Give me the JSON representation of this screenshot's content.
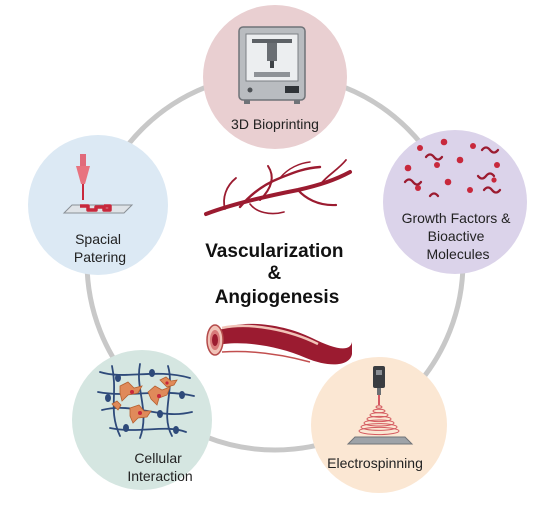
{
  "center": {
    "lines": [
      "Vascularization",
      "&",
      "Angiogenesis"
    ]
  },
  "nodes": [
    {
      "id": "bioprinting",
      "lines": [
        "3D Bioprinting"
      ],
      "fill": "#e9cfd1",
      "icon": "3d-bioprinter-icon"
    },
    {
      "id": "growth",
      "lines": [
        "Growth Factors &",
        "Bioactive",
        "Molecules"
      ],
      "fill": "#dbd3ea",
      "icon": "growth-factor-molecules-icon"
    },
    {
      "id": "electrospinning",
      "lines": [
        "Electrospinning"
      ],
      "fill": "#fbe7d3",
      "icon": "electrospinning-nozzle-icon"
    },
    {
      "id": "cellular",
      "lines": [
        "Cellular",
        "Interaction"
      ],
      "fill": "#d5e6e1",
      "icon": "cell-fiber-network-icon"
    },
    {
      "id": "spatial",
      "lines": [
        "Spacial",
        "Patering"
      ],
      "fill": "#dce9f4",
      "icon": "extrusion-nozzle-icon"
    }
  ],
  "colors": {
    "ring": "#c8c8c8",
    "vessel": "#9b1b30",
    "accent_red": "#c8283c",
    "cell_orange": "#e08a5a",
    "fiber_navy": "#2e4a7a"
  }
}
